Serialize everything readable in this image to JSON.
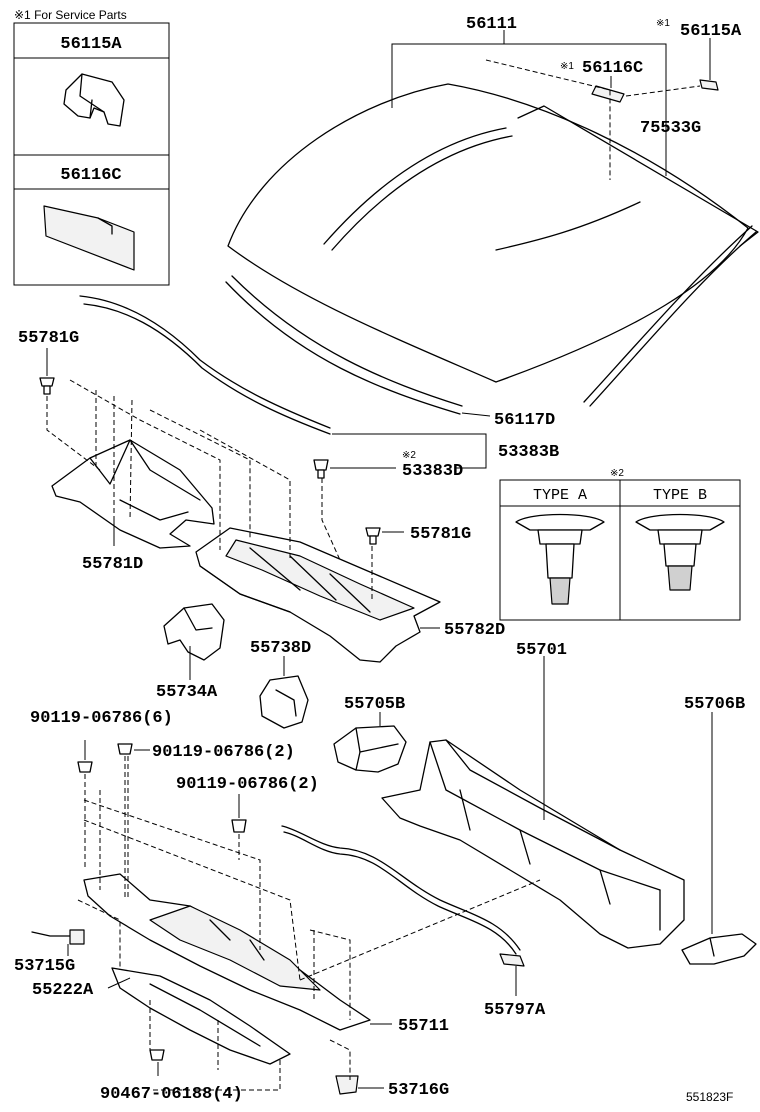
{
  "service_note": "※1 For Service Parts",
  "service_box": {
    "part_a": "56115A",
    "part_b": "56116C"
  },
  "labels": {
    "p56111": "56111",
    "p56115A": "56115A",
    "p56116C": "56116C",
    "p75533G": "75533G",
    "p55781G_top": "55781G",
    "p56117D": "56117D",
    "p53383B": "53383B",
    "p53383D": "53383D",
    "p55781G_mid": "55781G",
    "p55781D": "55781D",
    "p55782D": "55782D",
    "p55734A": "55734A",
    "p55738D": "55738D",
    "p55701": "55701",
    "p55705B": "55705B",
    "p55706B": "55706B",
    "b1": "90119-06786(6)",
    "b2": "90119-06786(2)",
    "b3": "90119-06786(2)",
    "p53715G": "53715G",
    "p55222A": "55222A",
    "p55711": "55711",
    "p55797A": "55797A",
    "b4": "90467-06188(4)",
    "p53716G": "53716G",
    "diagram_id": "551823F"
  },
  "marks": {
    "m1a": "※1",
    "m1b": "※1",
    "m2a": "※2",
    "m2b": "※2"
  },
  "clip_types": {
    "type_a": "TYPE A",
    "type_b": "TYPE B"
  }
}
